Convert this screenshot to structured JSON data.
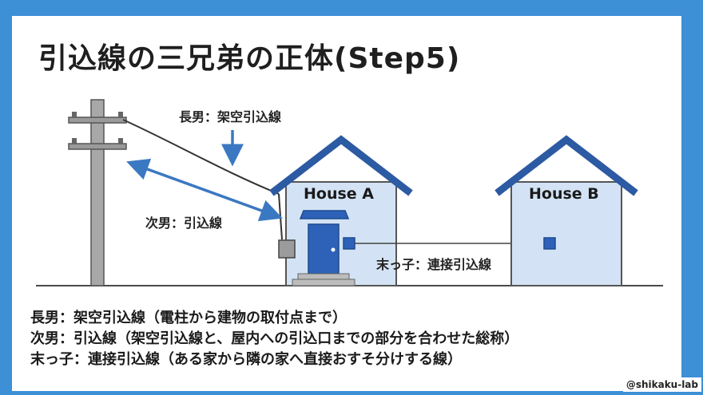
{
  "title": "引込線の三兄弟の正体(Step5)",
  "labels": {
    "eldest": "長男：架空引込線",
    "second": "次男：引込線",
    "youngest": "末っ子：連接引込線"
  },
  "houses": {
    "a": "House A",
    "b": "House B"
  },
  "summary": [
    "長男：架空引込線（電柱から建物の取付点まで）",
    "次男：引込線（架空引込線と、屋内への引込口までの部分を合わせた総称）",
    "末っ子：連接引込線（ある家から隣の家へ直接おすそ分けする線）"
  ],
  "credit": "@shikaku-lab",
  "colors": {
    "frame": "#3d8fd6",
    "arrow": "#3b78c2",
    "house_fill": "#d3e3f5",
    "roof": "#2c5aa3",
    "door": "#2d62b8",
    "outline": "#555555"
  }
}
